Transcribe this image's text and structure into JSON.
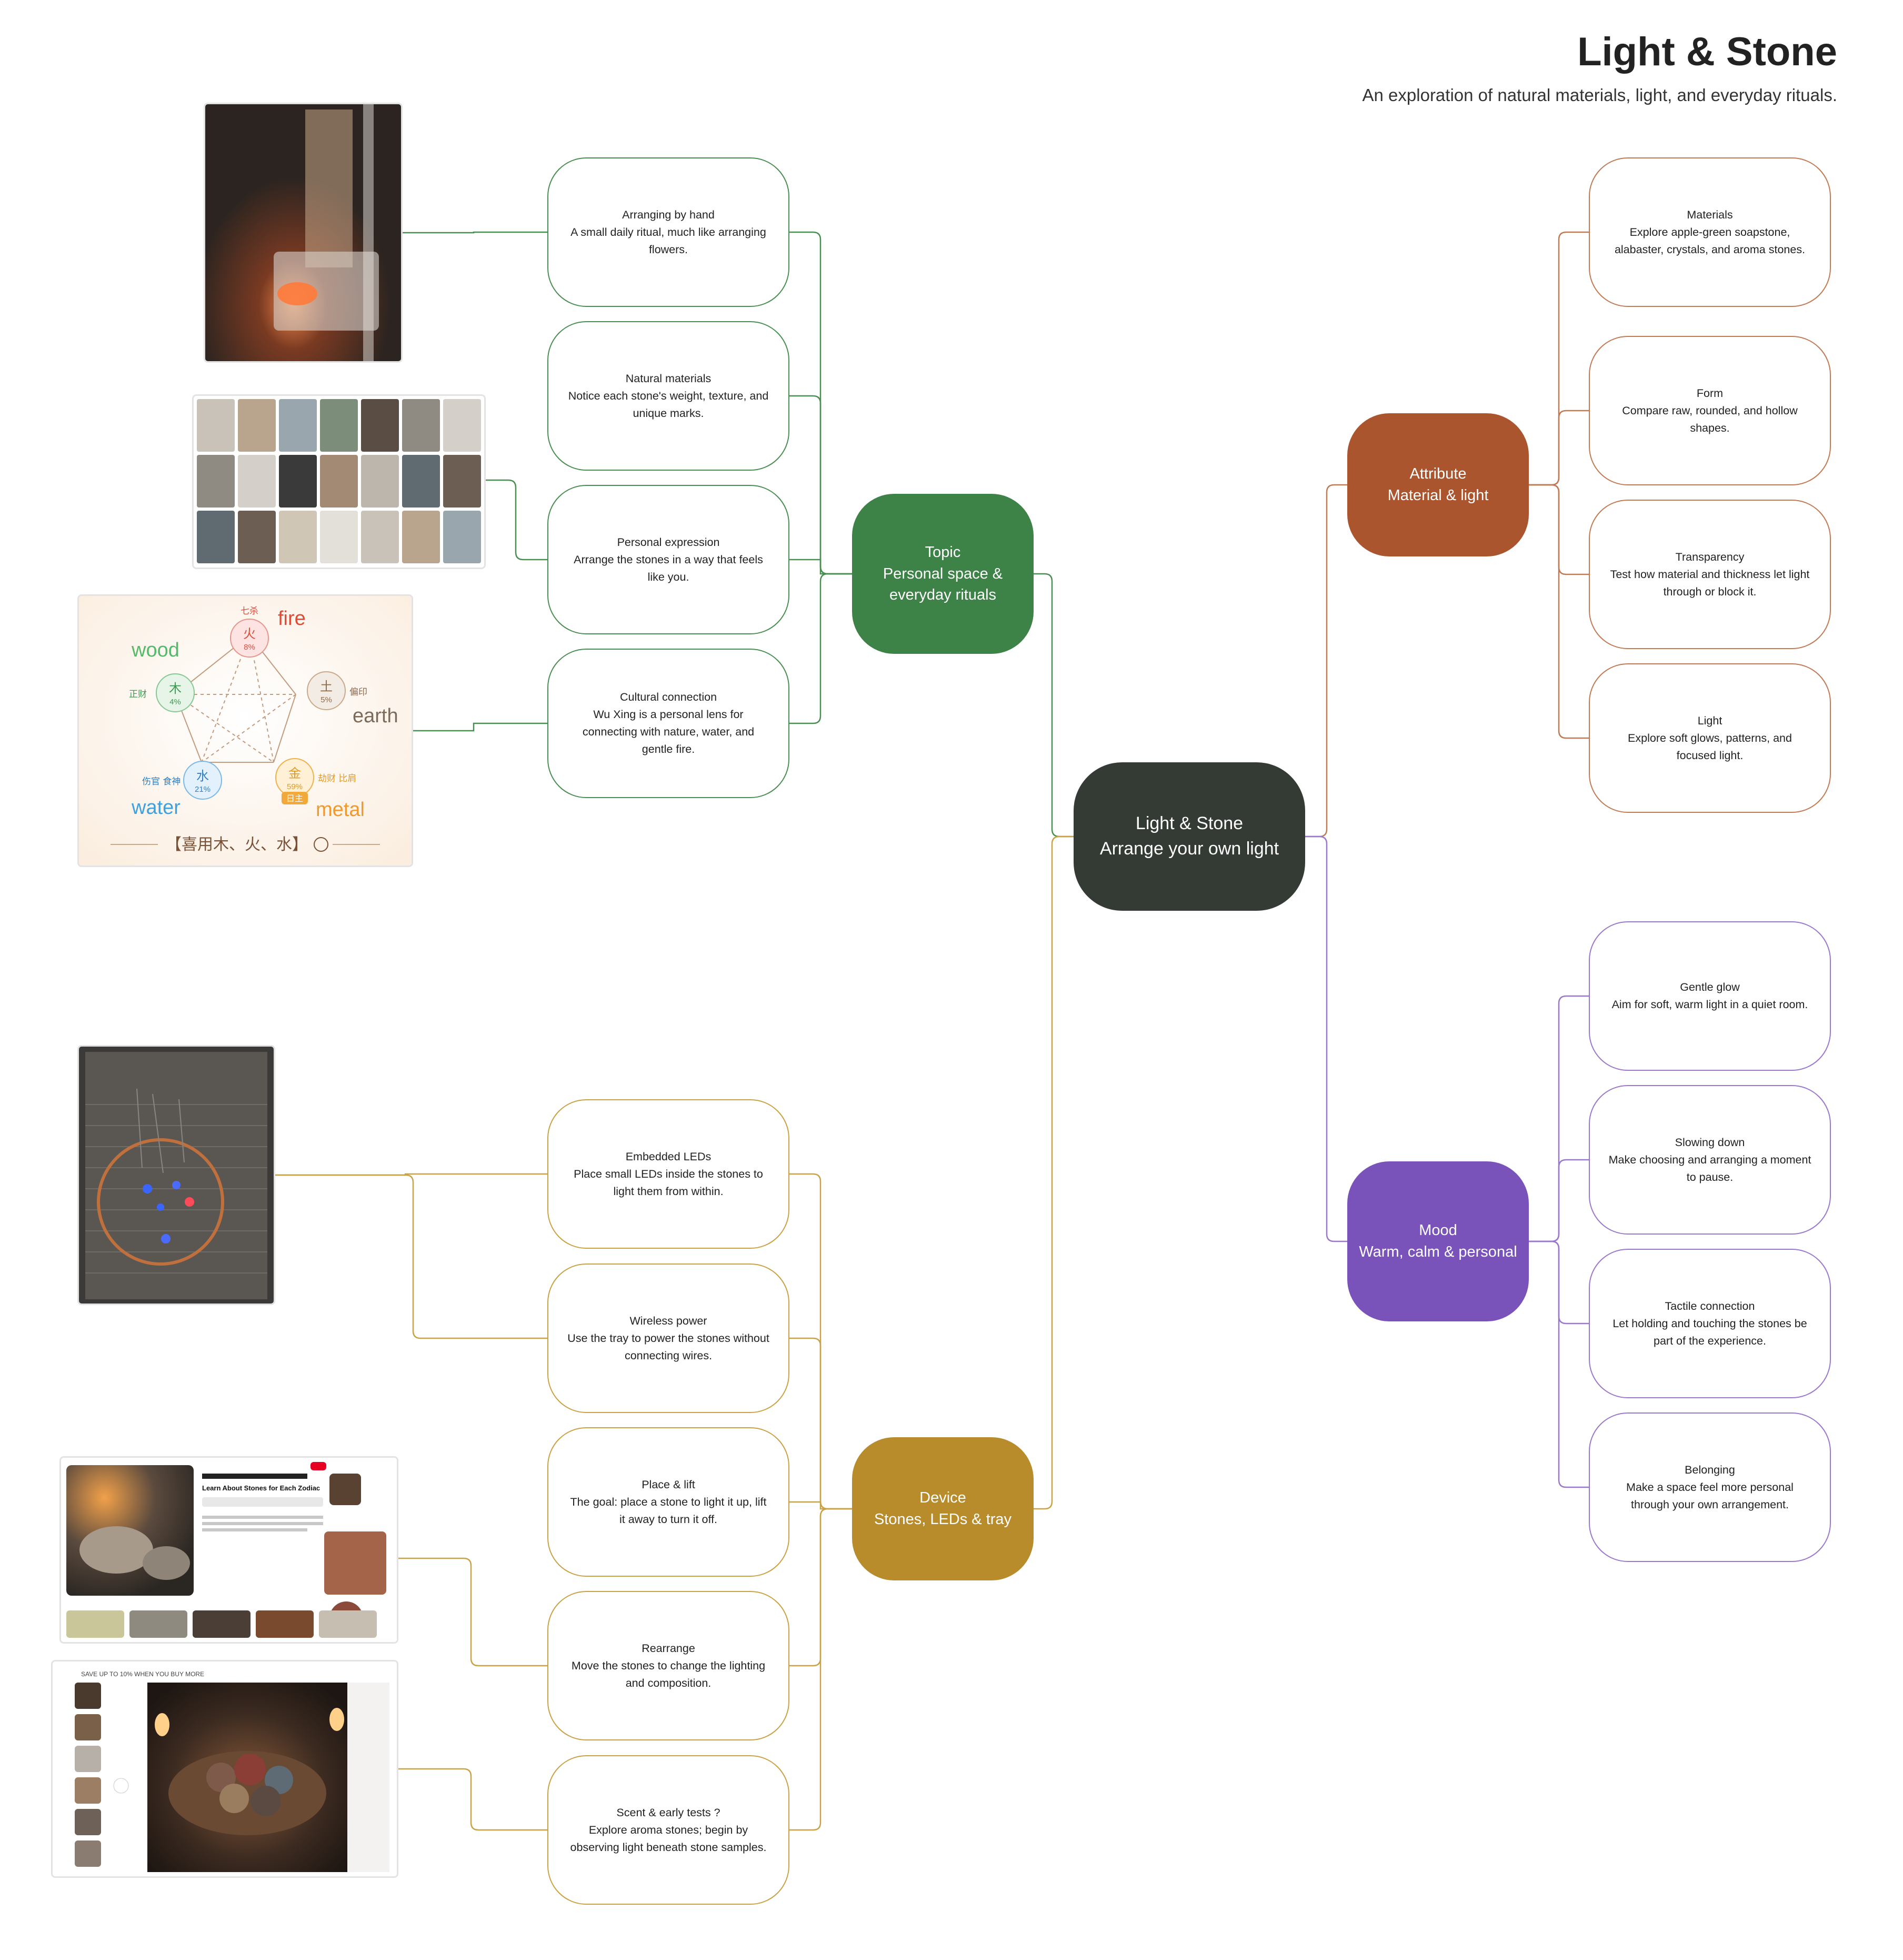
{
  "header": {
    "title": "Light & Stone",
    "subtitle": "An exploration of natural materials, light, and everyday rituals."
  },
  "center": {
    "title": "Light & Stone",
    "subtitle": "Arrange your own light"
  },
  "branches": {
    "topic": {
      "title": "Topic",
      "subtitle": "Personal space & everyday rituals",
      "color": "#3d8247"
    },
    "device": {
      "title": "Device",
      "subtitle": "Stones, LEDs & tray",
      "color": "#b88b2b"
    },
    "attribute": {
      "title": "Attribute",
      "subtitle": "Material & light",
      "color": "#ab552f"
    },
    "mood": {
      "title": "Mood",
      "subtitle": "Warm, calm & personal",
      "color": "#7a53ba"
    }
  },
  "topic_leaves": [
    {
      "title": "Arranging by hand",
      "desc": "A small daily ritual, much like arranging flowers."
    },
    {
      "title": "Natural materials",
      "desc": "Notice each stone's weight, texture, and unique marks."
    },
    {
      "title": "Personal expression",
      "desc": "Arrange the stones in a way that feels like you."
    },
    {
      "title": "Cultural connection",
      "desc": "Wu Xing is a personal lens for connecting with nature, water, and gentle fire."
    }
  ],
  "device_leaves": [
    {
      "title": "Embedded LEDs",
      "desc": "Place small LEDs inside the stones to light them from within."
    },
    {
      "title": "Wireless power",
      "desc": "Use the tray to power the stones without connecting wires."
    },
    {
      "title": "Place & lift",
      "desc": "The goal: place a stone to light it up, lift it away to turn it off."
    },
    {
      "title": "Rearrange",
      "desc": "Move the stones to change the lighting and composition."
    },
    {
      "title": "Scent & early tests ?",
      "desc": "Explore aroma stones; begin by observing light beneath stone samples."
    }
  ],
  "attribute_leaves": [
    {
      "title": "Materials",
      "desc": "Explore apple-green soapstone, alabaster, crystals, and aroma stones."
    },
    {
      "title": "Form",
      "desc": "Compare raw, rounded, and hollow shapes."
    },
    {
      "title": "Transparency",
      "desc": "Test how material and thickness let light through or block it."
    },
    {
      "title": "Light",
      "desc": "Explore soft glows, patterns, and focused light."
    }
  ],
  "mood_leaves": [
    {
      "title": "Gentle glow",
      "desc": "Aim for soft, warm light in a quiet room."
    },
    {
      "title": "Slowing down",
      "desc": "Make choosing and arranging a moment to pause."
    },
    {
      "title": "Tactile connection",
      "desc": "Let holding and touching the stones be part of the experience."
    },
    {
      "title": "Belonging",
      "desc": "Make a space feel more personal through your own arrangement."
    }
  ],
  "wuxing_image": {
    "elements": [
      {
        "zh": "火",
        "en": "fire",
        "pct": "8%",
        "side": "七杀"
      },
      {
        "zh": "土",
        "en": "earth",
        "pct": "5%",
        "side": "偏印"
      },
      {
        "zh": "金",
        "en": "metal",
        "pct": "59%",
        "side": "劫财 比肩",
        "badge": "日主"
      },
      {
        "zh": "水",
        "en": "water",
        "pct": "21%",
        "side": "伤官 食神"
      },
      {
        "zh": "木",
        "en": "wood",
        "pct": "4%",
        "side": "正财"
      }
    ],
    "caption": "【喜用木、火、水】"
  },
  "stones_screen": {
    "headline": "Learn About Stones for Each Zodiac",
    "promo": "SAVE UP TO 10% WHEN YOU BUY MORE"
  }
}
